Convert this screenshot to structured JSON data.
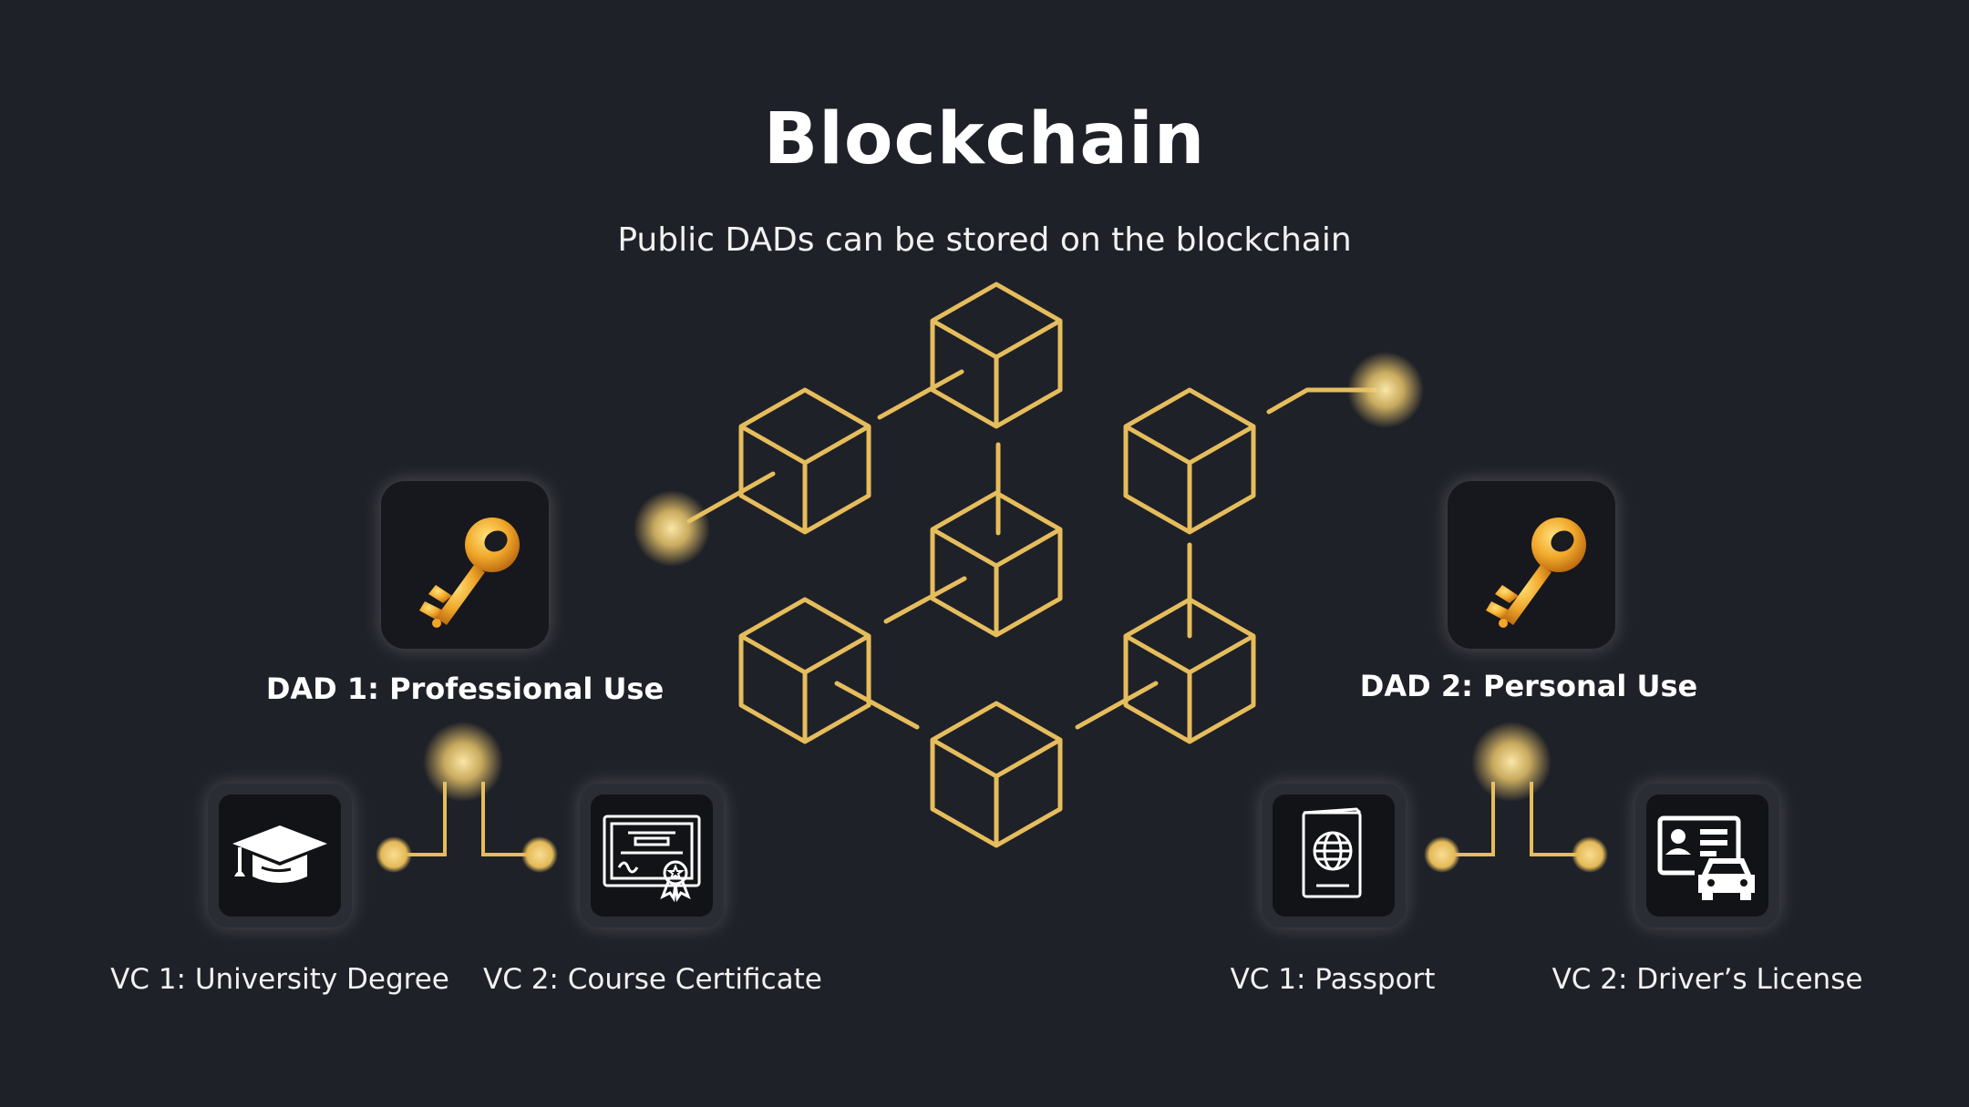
{
  "title": "Blockchain",
  "subtitle": "Public DADs can be stored on the blockchain",
  "colors": {
    "background": "#1f2128",
    "accent_gold": "#e6bd5c",
    "tile": "#15161b",
    "glow": "#f4d98a"
  },
  "dads": [
    {
      "label": "DAD 1: Professional Use",
      "icon": "key-icon",
      "vcs": [
        {
          "label": "VC 1: University Degree",
          "icon": "graduation-cap-icon"
        },
        {
          "label": "VC 2: Course Certificate",
          "icon": "certificate-icon"
        }
      ]
    },
    {
      "label": "DAD 2: Personal Use",
      "icon": "key-icon",
      "vcs": [
        {
          "label": "VC 1: Passport",
          "icon": "passport-icon"
        },
        {
          "label": "VC 2: Driver’s License",
          "icon": "drivers-license-icon"
        }
      ]
    }
  ]
}
